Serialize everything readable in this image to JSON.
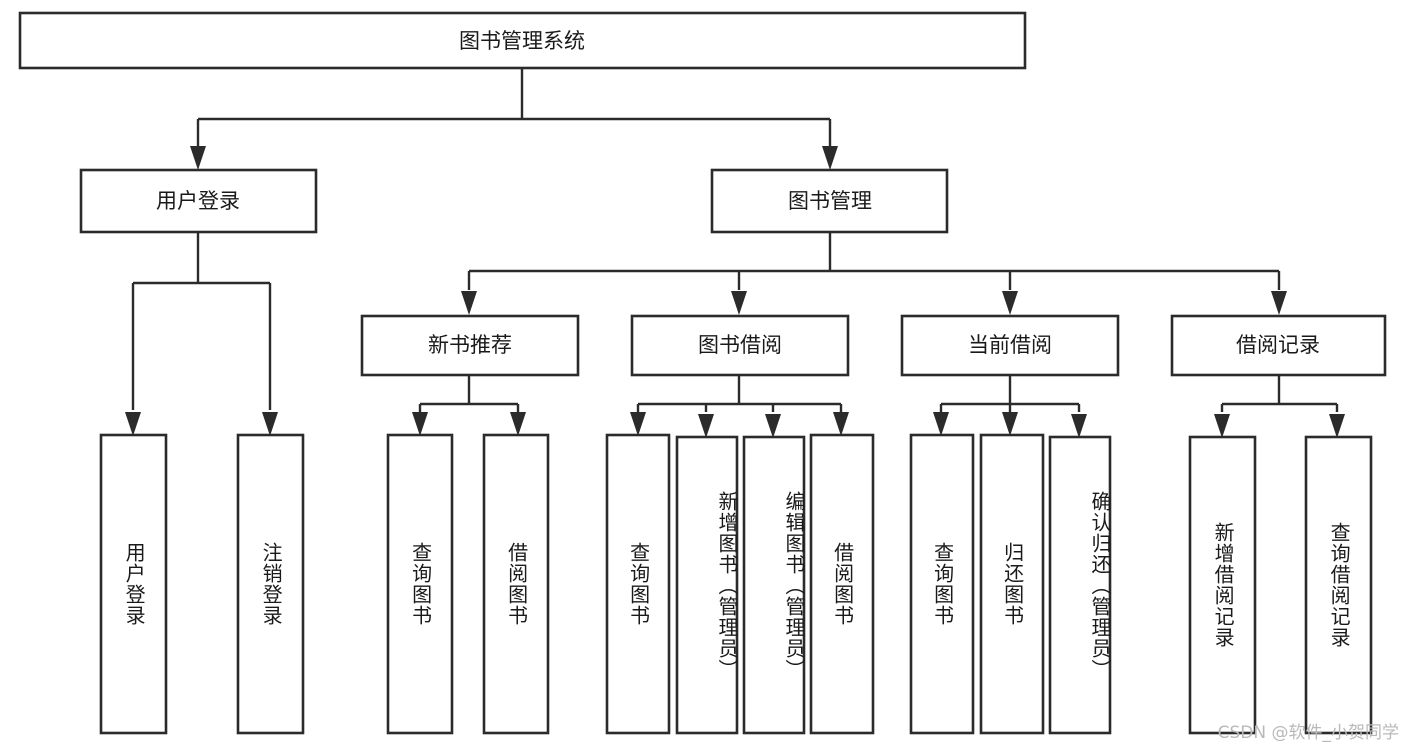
{
  "diagram": {
    "type": "tree-hierarchy-chart",
    "title": "图书管理系统",
    "orientation": "top-down",
    "colors": {
      "stroke": "#2b2b2b",
      "fill": "#ffffff",
      "text": "#1a1a1a",
      "watermark": "#b9b9b9"
    },
    "levels": {
      "level1": [
        {
          "id": "root",
          "label": "图书管理系统"
        }
      ],
      "level2": [
        {
          "id": "user-login",
          "label": "用户登录",
          "parent": "root"
        },
        {
          "id": "book-manage",
          "label": "图书管理",
          "parent": "root"
        }
      ],
      "level3": [
        {
          "id": "new-book-rec",
          "label": "新书推荐",
          "parent": "book-manage"
        },
        {
          "id": "book-borrow",
          "label": "图书借阅",
          "parent": "book-manage"
        },
        {
          "id": "current-borrow",
          "label": "当前借阅",
          "parent": "book-manage"
        },
        {
          "id": "borrow-record",
          "label": "借阅记录",
          "parent": "book-manage"
        }
      ],
      "leaves": [
        {
          "id": "leaf-user-login",
          "label": "用户登录",
          "parent": "user-login"
        },
        {
          "id": "leaf-logout",
          "label": "注销登录",
          "parent": "user-login"
        },
        {
          "id": "leaf-query-book-1",
          "label": "查询图书",
          "parent": "new-book-rec"
        },
        {
          "id": "leaf-borrow-book-1",
          "label": "借阅图书",
          "parent": "new-book-rec"
        },
        {
          "id": "leaf-query-book-2",
          "label": "查询图书",
          "parent": "book-borrow"
        },
        {
          "id": "leaf-add-book",
          "label": "新增图书（管理员）",
          "parent": "book-borrow"
        },
        {
          "id": "leaf-edit-book",
          "label": "编辑图书（管理员）",
          "parent": "book-borrow"
        },
        {
          "id": "leaf-borrow-book-2",
          "label": "借阅图书",
          "parent": "book-borrow"
        },
        {
          "id": "leaf-query-book-3",
          "label": "查询图书",
          "parent": "current-borrow"
        },
        {
          "id": "leaf-return-book",
          "label": "归还图书",
          "parent": "current-borrow"
        },
        {
          "id": "leaf-confirm-return",
          "label": "确认归还（管理员）",
          "parent": "current-borrow"
        },
        {
          "id": "leaf-add-record",
          "label": "新增借阅记录",
          "parent": "borrow-record"
        },
        {
          "id": "leaf-query-record",
          "label": "查询借阅记录",
          "parent": "borrow-record"
        }
      ]
    }
  },
  "watermark": {
    "text": "CSDN @软件_小贺同学"
  }
}
